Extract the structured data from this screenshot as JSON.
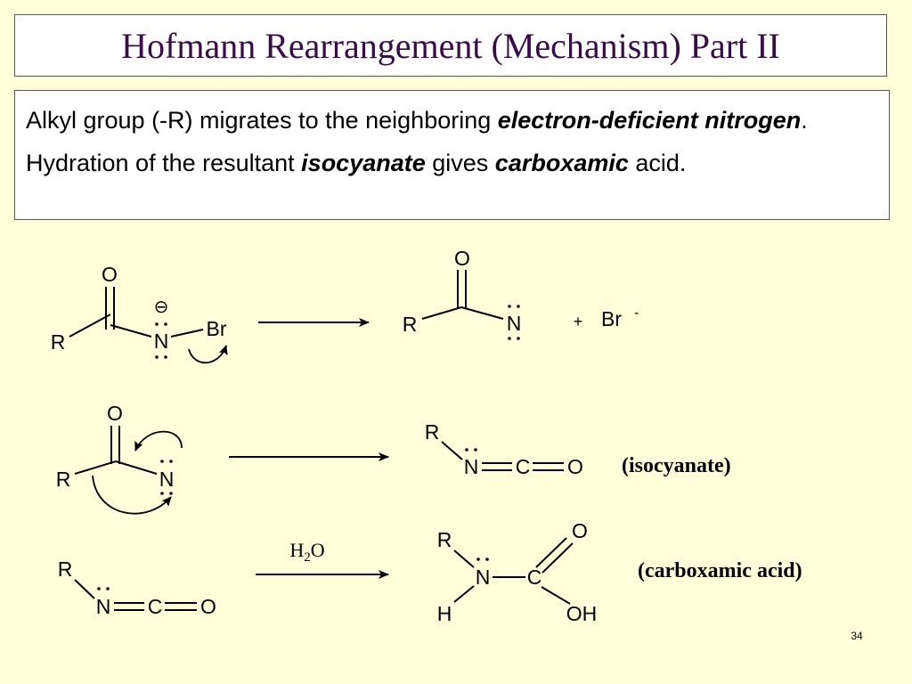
{
  "slide": {
    "title": "Hofmann Rearrangement (Mechanism) Part II",
    "description": {
      "t1": "Alkyl group (-R) migrates to the neighboring ",
      "b1": "electron-deficient nitrogen",
      "t2": ". Hydration of the resultant ",
      "b2": "isocyanate",
      "t3": " gives ",
      "b3": "carboxamic",
      "t4": " acid."
    },
    "page_number": "34"
  },
  "scheme": {
    "step1": {
      "reactant": {
        "o": "O",
        "r": "R",
        "n": "N",
        "br": "Br",
        "charge": "⊖"
      },
      "product": {
        "o": "O",
        "r": "R",
        "n": "N"
      },
      "plus": "+",
      "bromide": "Br",
      "bromide_charge": "-"
    },
    "step2": {
      "reactant": {
        "o": "O",
        "r": "R",
        "n": "N"
      },
      "product": {
        "r": "R",
        "n": "N",
        "c": "C",
        "o": "O"
      },
      "label": "(isocyanate)"
    },
    "step3": {
      "reactant": {
        "r": "R",
        "n": "N",
        "c": "C",
        "o": "O"
      },
      "reagent": {
        "h": "H",
        "sub": "2",
        "o": "O"
      },
      "product": {
        "r": "R",
        "n": "N",
        "c": "C",
        "o": "O",
        "h": "H",
        "oh": "OH"
      },
      "label": "(carboxamic acid)"
    }
  }
}
